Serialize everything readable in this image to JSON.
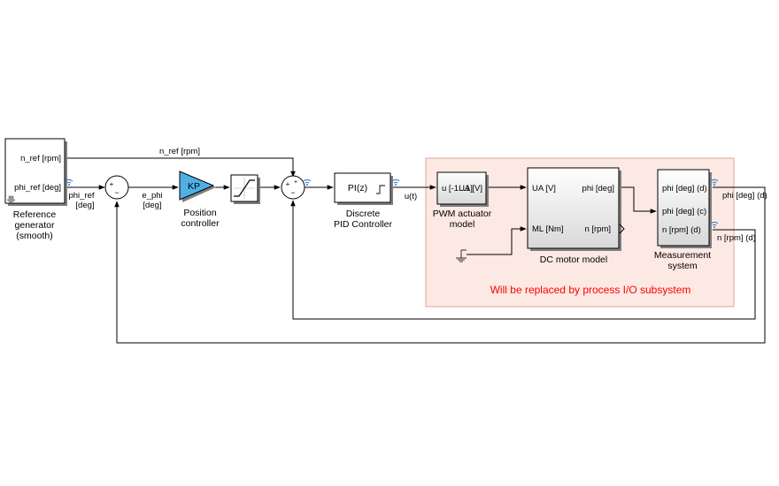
{
  "colors": {
    "subsystem_area": "#fce9e3",
    "subsystem_border": "#d9a79a",
    "gain_fill": "#4fb0e6",
    "block_gradient_top": "#ffffff",
    "block_gradient_bottom": "#d8d8d8",
    "note_red": "#ff0000",
    "signal_icon": "#2f7fd1"
  },
  "blocks": {
    "reference_generator": {
      "port_n_ref": "n_ref [rpm]",
      "port_phi_ref": "phi_ref [deg]",
      "label_1": "Reference",
      "label_2": "generator",
      "label_3": "(smooth)"
    },
    "position_controller": {
      "gain": "KP",
      "label_1": "Position",
      "label_2": "controller"
    },
    "pid_controller": {
      "content": "PI(z)",
      "label_1": "Discrete",
      "label_2": "PID Controller"
    },
    "pwm_actuator": {
      "port_in": "u [-1...1]",
      "port_out": "UA [V]",
      "label_1": "PWM actuator",
      "label_2": "model"
    },
    "dc_motor": {
      "port_ua": "UA [V]",
      "port_ml": "ML [Nm]",
      "port_phi": "phi [deg]",
      "port_n": "n [rpm]",
      "label": "DC motor model"
    },
    "measurement": {
      "port_phi_d": "phi [deg] (d)",
      "port_phi_c": "phi [deg] (c)",
      "port_n_d": "n [rpm] (d)",
      "label_1": "Measurement",
      "label_2": "system"
    }
  },
  "signals": {
    "n_ref": "n_ref [rpm]",
    "phi_ref_1": "phi_ref",
    "phi_ref_2": "[deg]",
    "e_phi_1": "e_phi",
    "e_phi_2": "[deg]",
    "u": "u(t)",
    "phi_out": "phi [deg] (d)",
    "n_out": "n [rpm] (d)"
  },
  "subsystem_note": "Will be replaced by process I/O subsystem"
}
